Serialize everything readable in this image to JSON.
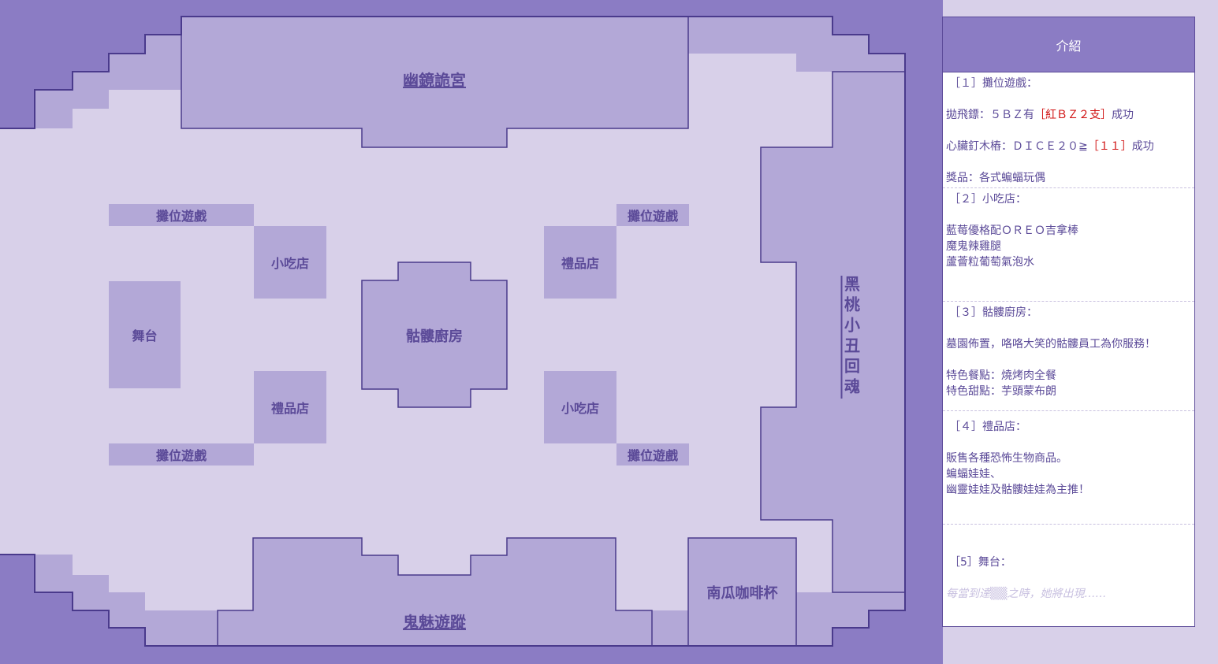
{
  "colors": {
    "outer": "#8b7cc4",
    "floor": "#d8d0e9",
    "block": "#b3a8d7",
    "border": "#4a3a8c",
    "text": "#5b4a98",
    "highlight": "#d01010"
  },
  "map": {
    "rooms": {
      "haunted_mirror_palace": "幽鏡詭宮",
      "ghost_trail": "鬼魅遊蹤",
      "skeleton_kitchen": "骷髏廚房",
      "joker_return": "黑桃小丑回魂",
      "pumpkin_cups": "南瓜咖啡杯",
      "stage": "舞台"
    },
    "stalls": {
      "booth_game": "攤位遊戲",
      "snack_shop": "小吃店",
      "gift_shop": "禮品店"
    }
  },
  "panel": {
    "header": "介紹",
    "sections": [
      {
        "title": "［１］攤位遊戲：",
        "lines": [
          {
            "a": "拋飛鏢：５ＢＺ有",
            "b": "［紅ＢＺ２支］",
            "c": "成功"
          },
          {
            "a": "心臟釘木樁：ＤＩＣＥ２０≧",
            "b": "［１１］",
            "c": "成功"
          },
          {
            "a": "獎品：各式蝙蝠玩偶"
          }
        ]
      },
      {
        "title": "［２］小吃店：",
        "lines": [
          "藍莓優格配ＯＲＥＯ吉拿棒",
          "魔鬼辣雞腿",
          "蘆薈粒葡萄氣泡水"
        ]
      },
      {
        "title": "［３］骷髏廚房：",
        "lines": [
          "墓園佈置，咯咯大笑的骷髏員工為你服務！",
          "",
          "特色餐點：燒烤肉全餐",
          "特色甜點：芋頭蒙布朗"
        ]
      },
      {
        "title": "［４］禮品店：",
        "lines": [
          "販售各種恐怖生物商品。",
          "蝙蝠娃娃、",
          "幽靈娃娃及骷髏娃娃為主推！"
        ]
      },
      {
        "title": "［5］舞台：",
        "lines": [
          "每當到達▒▒之時，她將出現……"
        ]
      }
    ]
  }
}
